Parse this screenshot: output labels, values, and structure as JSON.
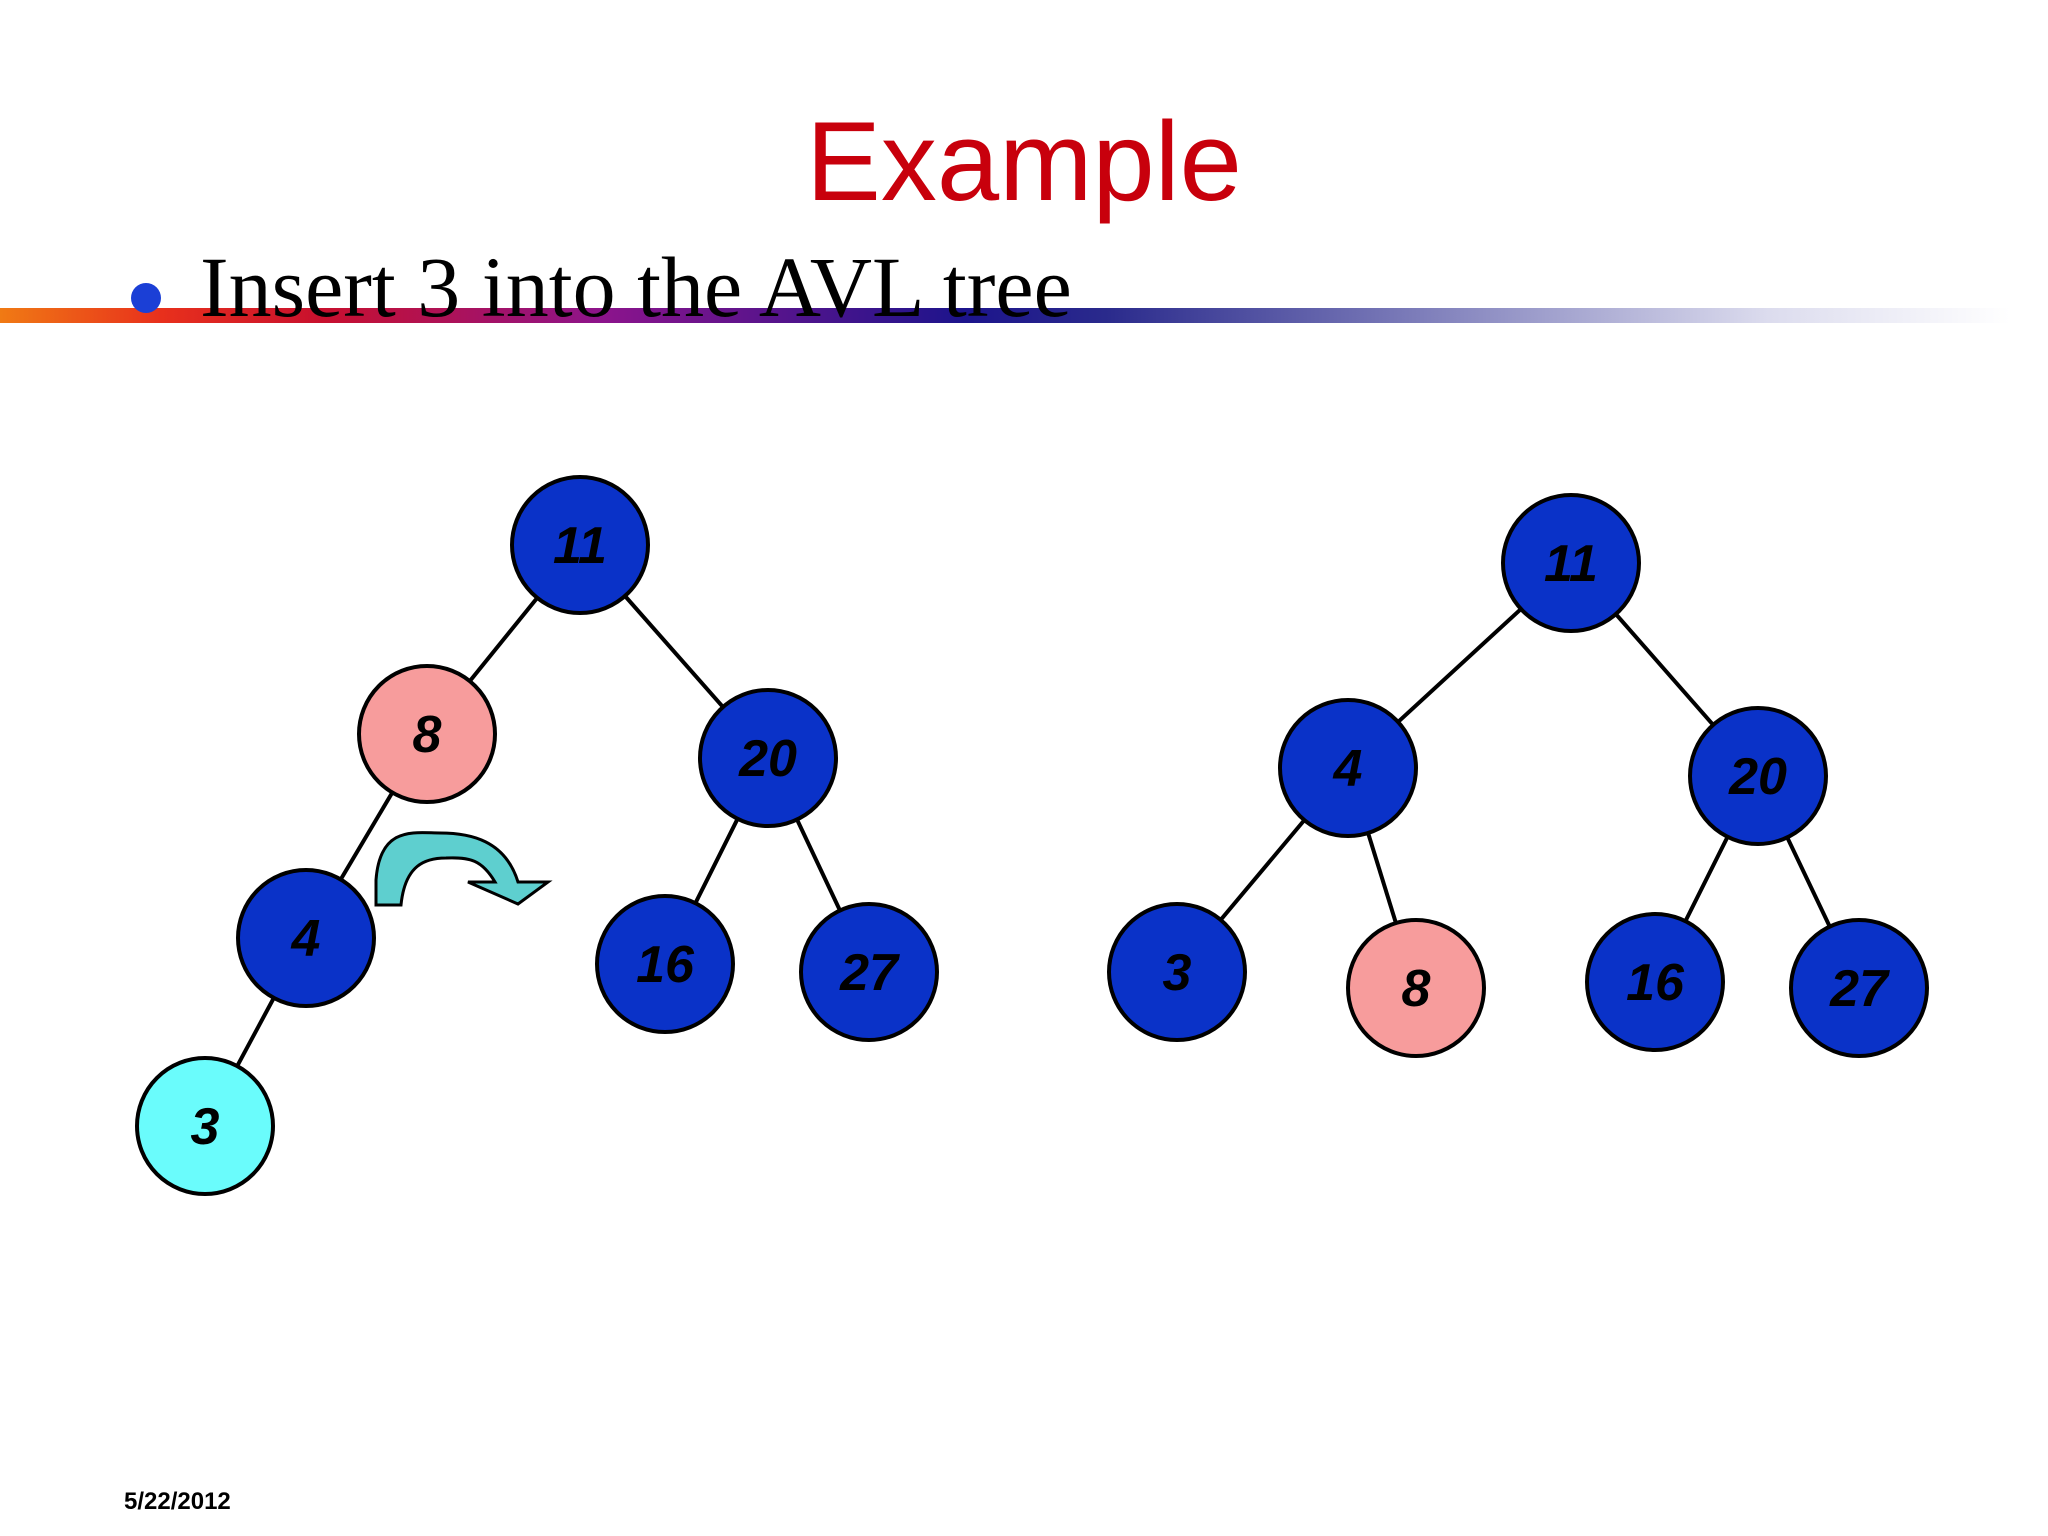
{
  "slide": {
    "title": "Example",
    "bullet": "Insert 3 into the AVL tree",
    "date": "5/22/2012"
  },
  "colors": {
    "title": "#c8000c",
    "node_normal": "#0a32c8",
    "node_unbalanced": "#f79c9c",
    "node_inserted": "#6afcfc",
    "arrow": "#5ecfcf"
  },
  "trees": {
    "before": {
      "nodes": [
        {
          "id": "b11",
          "label": "11",
          "kind": "normal"
        },
        {
          "id": "b8",
          "label": "8",
          "kind": "unbalanced"
        },
        {
          "id": "b20",
          "label": "20",
          "kind": "normal"
        },
        {
          "id": "b4",
          "label": "4",
          "kind": "normal"
        },
        {
          "id": "b16",
          "label": "16",
          "kind": "normal"
        },
        {
          "id": "b27",
          "label": "27",
          "kind": "normal"
        },
        {
          "id": "b3",
          "label": "3",
          "kind": "inserted"
        }
      ],
      "edges": [
        [
          "b11",
          "b8"
        ],
        [
          "b11",
          "b20"
        ],
        [
          "b8",
          "b4"
        ],
        [
          "b4",
          "b3"
        ],
        [
          "b20",
          "b16"
        ],
        [
          "b20",
          "b27"
        ]
      ]
    },
    "after": {
      "nodes": [
        {
          "id": "a11",
          "label": "11",
          "kind": "normal"
        },
        {
          "id": "a4",
          "label": "4",
          "kind": "normal"
        },
        {
          "id": "a20",
          "label": "20",
          "kind": "normal"
        },
        {
          "id": "a3",
          "label": "3",
          "kind": "normal"
        },
        {
          "id": "a8",
          "label": "8",
          "kind": "unbalanced"
        },
        {
          "id": "a16",
          "label": "16",
          "kind": "normal"
        },
        {
          "id": "a27",
          "label": "27",
          "kind": "normal"
        }
      ],
      "edges": [
        [
          "a11",
          "a4"
        ],
        [
          "a11",
          "a20"
        ],
        [
          "a4",
          "a3"
        ],
        [
          "a4",
          "a8"
        ],
        [
          "a20",
          "a16"
        ],
        [
          "a20",
          "a27"
        ]
      ]
    }
  },
  "rotation_arrow": {
    "icon": "rotate-right-arrow-icon"
  }
}
